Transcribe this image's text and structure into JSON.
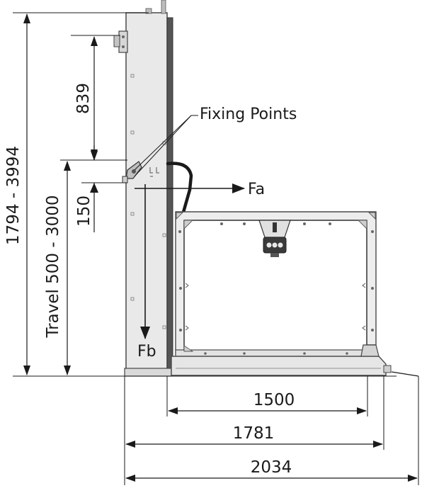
{
  "labels": {
    "fixing_points": "Fixing Points",
    "force_a": "Fa",
    "force_b": "Fb"
  },
  "dimensions": {
    "overall_height": "1794 - 3994",
    "travel": "Travel 500 - 3000",
    "fixing_upper": "839",
    "fixing_lower": "150",
    "platform_width": "1500",
    "base_width": "1781",
    "overall_width": "2034"
  },
  "colors": {
    "line": "#1a1a1a",
    "panel": "#e9e9e9",
    "panel_stroke": "#4a4a4a",
    "rail": "#555555",
    "platform_fill": "#ededed"
  },
  "icons": {
    "arrow_right": "arrow-right-icon",
    "arrow_down": "arrow-down-icon"
  }
}
